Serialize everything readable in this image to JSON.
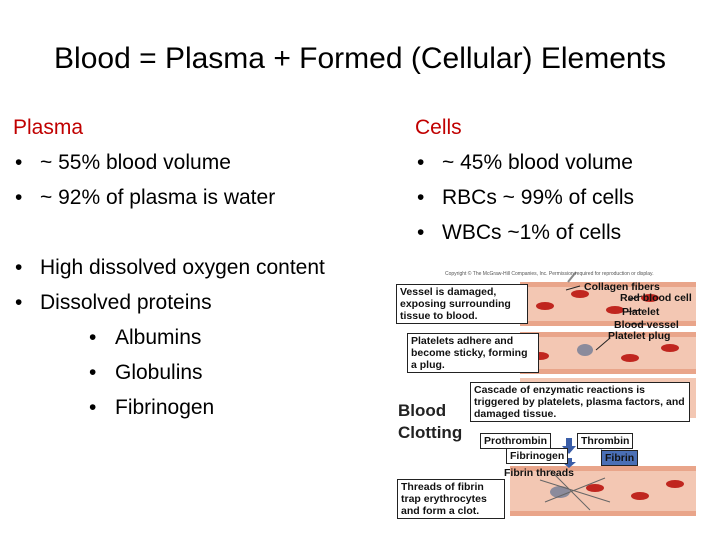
{
  "title": "Blood = Plasma + Formed (Cellular) Elements",
  "plasma": {
    "heading": "Plasma",
    "bullets": [
      "~ 55% blood volume",
      "~ 92% of plasma is water"
    ],
    "bullets2": [
      "High dissolved oxygen content",
      "Dissolved proteins"
    ],
    "proteins": [
      "Albumins",
      "Globulins",
      "Fibrinogen"
    ]
  },
  "cells": {
    "heading": "Cells",
    "bullets": [
      "~ 45% blood volume",
      "RBCs ~ 99% of cells",
      "WBCs ~1% of cells"
    ]
  },
  "figure": {
    "copyright": "Copyright © The McGraw-Hill Companies, Inc. Permission required for reproduction or display.",
    "big_label": "Blood Clotting",
    "step1": "Vessel is damaged, exposing surrounding tissue to blood.",
    "step2": "Platelets adhere and become sticky, forming a plug.",
    "step3": "Cascade of enzymatic reactions is triggered by platelets, plasma factors, and damaged tissue.",
    "step4": "Threads of fibrin trap erythrocytes and form a clot.",
    "collagen": "Collagen fibers",
    "rbc": "Red blood cell",
    "platelet": "Platelet",
    "vessel": "Blood vessel",
    "plug": "Platelet plug",
    "prothrombin": "Prothrombin",
    "thrombin": "Thrombin",
    "fibrinogen": "Fibrinogen",
    "fibrin": "Fibrin",
    "threads": "Fibrin threads"
  },
  "colors": {
    "heading": "#c00000",
    "vessel": "#f3c7b3",
    "rbc": "#c0261f",
    "fibrin_box": "#4a6fb5"
  }
}
